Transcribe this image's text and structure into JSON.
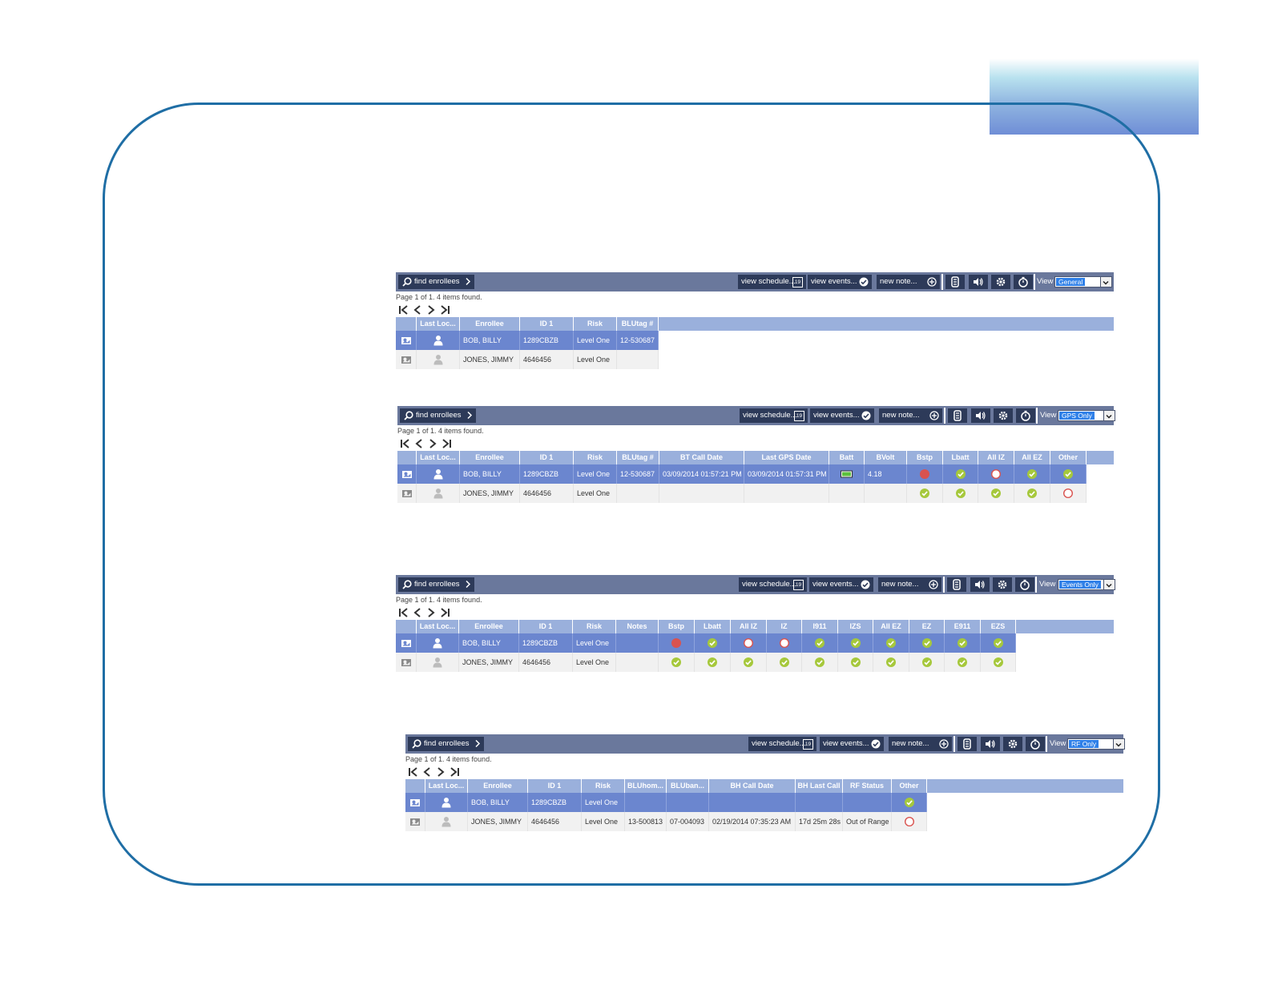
{
  "toolbar": {
    "find_label": "find enrollees",
    "schedule_label": "view schedule...",
    "schedule_day": "19",
    "events_label": "view events...",
    "note_label": "new note...",
    "view_label": "View"
  },
  "colors": {
    "frame": "#1f6ea5",
    "toolbar_bg": "#6a789c",
    "button_bg": "#2d3a59",
    "header_bg": "#9ab0dc",
    "selected_row": "#6b86cf",
    "status_green": "#a6c83c",
    "status_red": "#d9534f"
  },
  "panels": [
    {
      "view": "General",
      "page_info": "Page 1 of 1. 4 items found.",
      "columns": [
        "",
        "Last Loc...",
        "Enrollee",
        "ID 1",
        "Risk",
        "BLUtag #"
      ],
      "rows": [
        {
          "selected": true,
          "cells": [
            "icon:map-pin",
            "icon:person",
            "BOB, BILLY",
            "1289CBZB",
            "Level One",
            "12-530687"
          ]
        },
        {
          "selected": false,
          "cells": [
            "icon:map-pin",
            "icon:person",
            "JONES, JIMMY",
            "4646456",
            "Level One",
            ""
          ]
        }
      ]
    },
    {
      "view": "GPS Only",
      "page_info": "Page 1 of 1. 4 items found.",
      "columns": [
        "",
        "Last Loc...",
        "Enrollee",
        "ID 1",
        "Risk",
        "BLUtag #",
        "BT Call Date",
        "Last GPS Date",
        "Batt",
        "BVolt",
        "Bstp",
        "Lbatt",
        "All IZ",
        "All EZ",
        "Other"
      ],
      "rows": [
        {
          "selected": true,
          "cells": [
            "icon:map-pin",
            "icon:person",
            "BOB, BILLY",
            "1289CBZB",
            "Level One",
            "12-530687",
            "03/09/2014 01:57:21 PM",
            "03/09/2014 01:57:31 PM",
            "icon:battery",
            "4.18",
            "icon:dot-red",
            "icon:ok",
            "icon:ring",
            "icon:ok",
            "icon:ok"
          ]
        },
        {
          "selected": false,
          "cells": [
            "icon:map-pin",
            "icon:person",
            "JONES, JIMMY",
            "4646456",
            "Level One",
            "",
            "",
            "",
            "",
            "",
            "icon:ok",
            "icon:ok",
            "icon:ok",
            "icon:ok",
            "icon:ring"
          ]
        }
      ]
    },
    {
      "view": "Events Only",
      "page_info": "Page 1 of 1. 4 items found.",
      "columns": [
        "",
        "Last Loc...",
        "Enrollee",
        "ID 1",
        "Risk",
        "Notes",
        "Bstp",
        "Lbatt",
        "All IZ",
        "IZ",
        "I911",
        "IZS",
        "All EZ",
        "EZ",
        "E911",
        "EZS"
      ],
      "rows": [
        {
          "selected": true,
          "cells": [
            "icon:map-pin",
            "icon:person",
            "BOB, BILLY",
            "1289CBZB",
            "Level One",
            "",
            "icon:dot-red",
            "icon:ok",
            "icon:ring",
            "icon:ring",
            "icon:ok",
            "icon:ok",
            "icon:ok",
            "icon:ok",
            "icon:ok",
            "icon:ok"
          ]
        },
        {
          "selected": false,
          "cells": [
            "icon:map-pin",
            "icon:person",
            "JONES, JIMMY",
            "4646456",
            "Level One",
            "",
            "icon:ok",
            "icon:ok",
            "icon:ok",
            "icon:ok",
            "icon:ok",
            "icon:ok",
            "icon:ok",
            "icon:ok",
            "icon:ok",
            "icon:ok"
          ]
        }
      ]
    },
    {
      "view": "RF Only",
      "page_info": "Page 1 of 1. 4 items found.",
      "columns": [
        "",
        "Last Loc...",
        "Enrollee",
        "ID 1",
        "Risk",
        "BLUhom...",
        "BLUban...",
        "BH Call Date",
        "BH Last Call",
        "RF Status",
        "Other"
      ],
      "rows": [
        {
          "selected": true,
          "cells": [
            "icon:map-pin",
            "icon:person",
            "BOB, BILLY",
            "1289CBZB",
            "Level One",
            "",
            "",
            "",
            "",
            "",
            "icon:ok"
          ]
        },
        {
          "selected": false,
          "cells": [
            "icon:map-pin",
            "icon:person",
            "JONES, JIMMY",
            "4646456",
            "Level One",
            "13-500813",
            "07-004093",
            "02/19/2014 07:35:23 AM",
            "17d 25m 28s",
            "Out of Range",
            "icon:ring"
          ]
        }
      ]
    }
  ]
}
